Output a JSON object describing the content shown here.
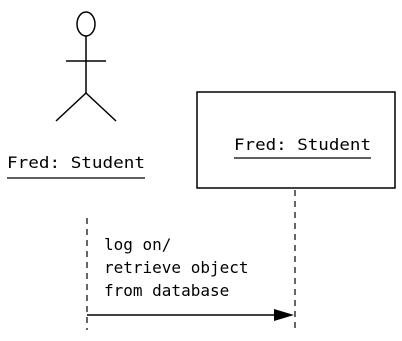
{
  "actor": {
    "label": "Fred: Student"
  },
  "object": {
    "label": "Fred: Student"
  },
  "message": {
    "lines": [
      "log on/",
      "retrieve object",
      "from database"
    ]
  }
}
